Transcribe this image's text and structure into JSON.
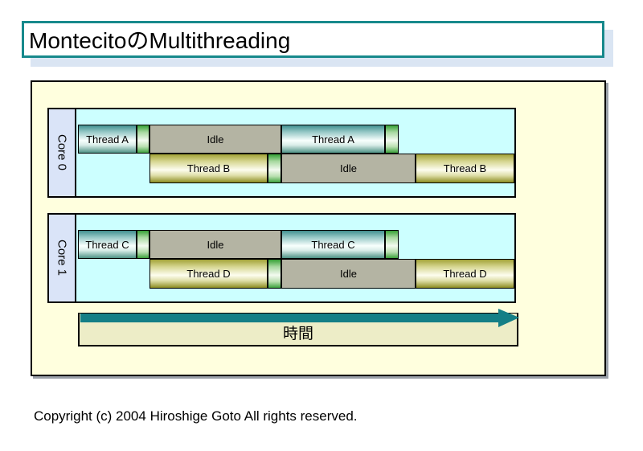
{
  "title": {
    "text": "MontecitoのMultithreading"
  },
  "diagram": {
    "cores": [
      {
        "label": "Core 0",
        "rows": [
          {
            "segments": [
              {
                "kind": "thread-teal",
                "label": "Thread A"
              },
              {
                "kind": "switch-cap",
                "label": ""
              },
              {
                "kind": "idle",
                "label": "Idle"
              },
              {
                "kind": "thread-teal",
                "label": "Thread A"
              },
              {
                "kind": "switch-cap",
                "label": ""
              }
            ]
          },
          {
            "segments": [
              {
                "kind": "thread-olive",
                "label": "Thread B"
              },
              {
                "kind": "switch-cap",
                "label": ""
              },
              {
                "kind": "idle",
                "label": "Idle"
              },
              {
                "kind": "thread-olive",
                "label": "Thread B"
              }
            ]
          }
        ]
      },
      {
        "label": "Core 1",
        "rows": [
          {
            "segments": [
              {
                "kind": "thread-teal",
                "label": "Thread C"
              },
              {
                "kind": "switch-cap",
                "label": ""
              },
              {
                "kind": "idle",
                "label": "Idle"
              },
              {
                "kind": "thread-teal",
                "label": "Thread C"
              },
              {
                "kind": "switch-cap",
                "label": ""
              }
            ]
          },
          {
            "segments": [
              {
                "kind": "thread-olive",
                "label": "Thread D"
              },
              {
                "kind": "switch-cap",
                "label": ""
              },
              {
                "kind": "idle",
                "label": "Idle"
              },
              {
                "kind": "thread-olive",
                "label": "Thread D"
              }
            ]
          }
        ]
      }
    ],
    "time_axis": {
      "label": "時間"
    }
  },
  "footer": {
    "copyright": "Copyright (c) 2004 Hiroshige Goto All rights reserved."
  },
  "colors": {
    "title_border": "#17898C",
    "title_shadow": "#DAE5F3",
    "canvas_bg": "#FFFFDE",
    "core_bg": "#CCFFFF",
    "core_label_bg": "#DAE4F8",
    "idle_fill": "#B4B4A3",
    "time_box_bg": "#EDEDC7",
    "arrow_teal": "#147F86"
  }
}
